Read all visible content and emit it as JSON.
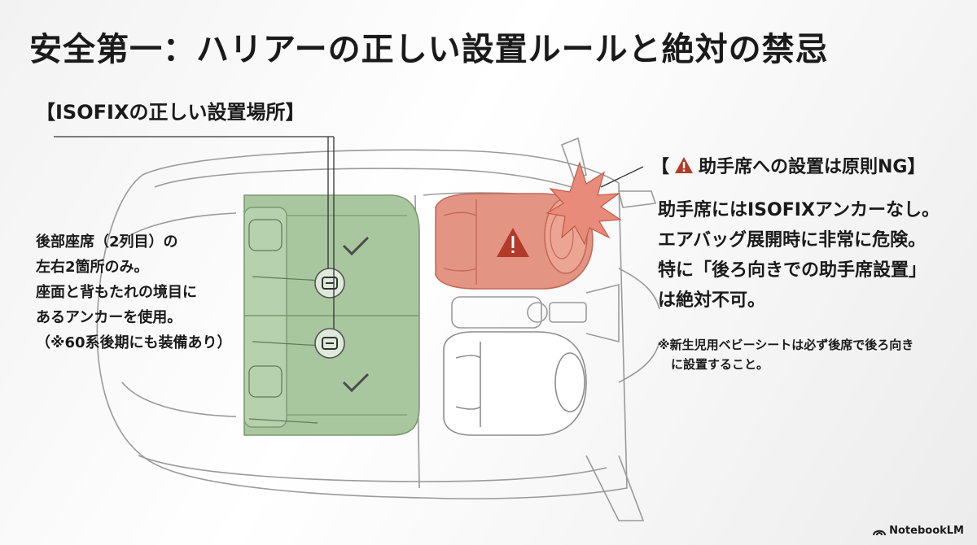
{
  "title": "安全第一：ハリアーの正しい設置ルールと絶対の禁忌",
  "isofix_section": {
    "heading": "【ISOFIXの正しい設置場所】",
    "note_lines": [
      "後部座席（2列目）の",
      "左右2箇所のみ。",
      "座面と背もたれの境目に",
      "あるアンカーを使用。",
      "（※60系後期にも装備あり）"
    ]
  },
  "passenger_section": {
    "heading_open": "【",
    "heading_text": "助手席への設置は原則NG】",
    "icon": "warning-triangle-icon",
    "body_lines": [
      "助手席にはISOFIXアンカーなし。",
      "エアバッグ展開時に非常に危険。",
      "特に「後ろ向きでの助手席設置」",
      "は絶対不可。"
    ],
    "footnote_lines": [
      "※新生児用ベビーシートは必ず後席で後ろ向き",
      "に設置すること。"
    ]
  },
  "colors": {
    "ok_zone": "#a9c79f",
    "ng_zone": "#e49483",
    "warning_icon": "#b23a2a"
  },
  "branding": {
    "label": "NotebookLM",
    "icon": "notebooklm-logo-icon"
  }
}
